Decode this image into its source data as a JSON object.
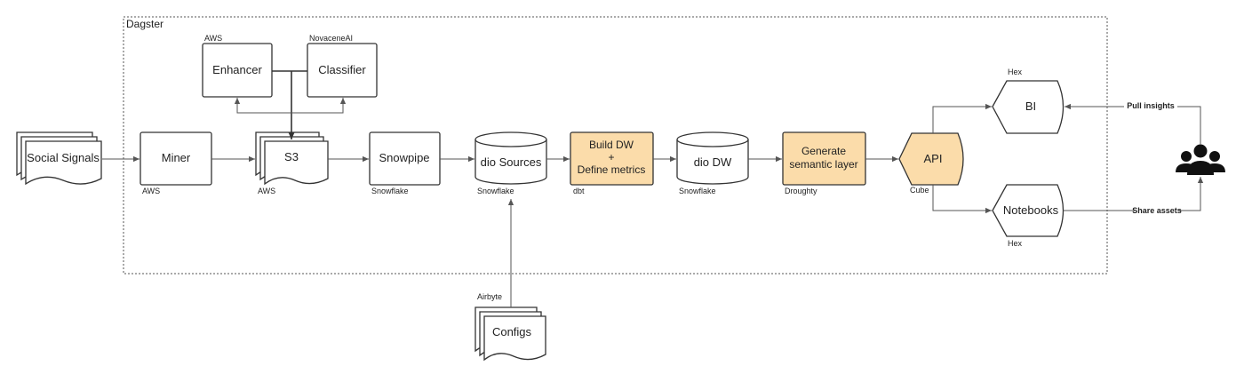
{
  "frame": {
    "title": "Dagster"
  },
  "nodes": {
    "social_signals": {
      "label": "Social Signals"
    },
    "miner": {
      "label": "Miner",
      "tag": "AWS"
    },
    "s3": {
      "label": "S3",
      "tag": "AWS"
    },
    "enhancer": {
      "label": "Enhancer",
      "tag": "AWS"
    },
    "classifier": {
      "label": "Classifier",
      "tag": "NovaceneAI"
    },
    "snowpipe": {
      "label": "Snowpipe",
      "tag": "Snowflake"
    },
    "dio_sources": {
      "label": "dio Sources",
      "tag": "Snowflake"
    },
    "build_dw": {
      "line1": "Build DW",
      "line2": "+",
      "line3": "Define metrics",
      "tag": "dbt"
    },
    "dio_dw": {
      "label": "dio DW",
      "tag": "Snowflake"
    },
    "semantic": {
      "line1": "Generate",
      "line2": "semantic layer",
      "tag": "Droughty"
    },
    "api": {
      "label": "API",
      "tag": "Cube"
    },
    "bi": {
      "label": "BI",
      "tag": "Hex"
    },
    "notebooks": {
      "label": "Notebooks",
      "tag": "Hex"
    },
    "configs": {
      "label": "Configs",
      "tag": "Airbyte"
    }
  },
  "edges": {
    "pull_insights": "Pull insights",
    "share_assets": "Share assets"
  },
  "icons": {
    "users": "users-group-icon"
  },
  "colors": {
    "highlight": "#fbdcaa",
    "stroke": "#333333"
  }
}
